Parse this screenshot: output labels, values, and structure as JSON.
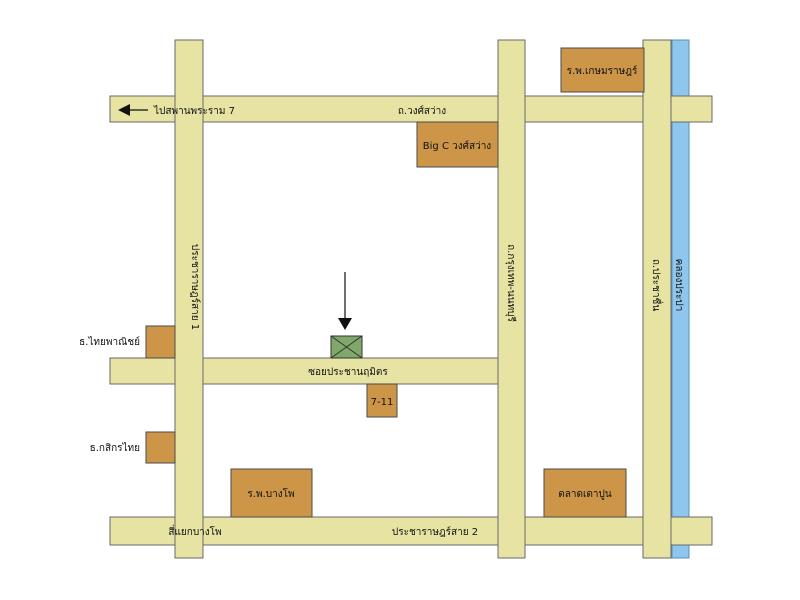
{
  "colors": {
    "road": "#e6e3a3",
    "road_edge": "#6a6a6a",
    "building": "#cc9548",
    "canal": "#8ec6ee",
    "target": "#7fa86a",
    "background": "#ffffff"
  },
  "icons": {
    "direction_arrow": "arrow-left-icon",
    "pointer_arrow": "arrow-down-icon",
    "target_marker": "crossed-box-marker-icon"
  },
  "roads": {
    "direction_label": "ไปสพานพระราม 7",
    "top_road": "ถ.วงศ์สว่าง",
    "middle_road": "ซอยประชานฤมิตร",
    "bottom_road": "ประชาราษฎร์สาย 2",
    "left_vertical": "ประชาราษฎร์สาย 1",
    "center_vertical": "ถ.กรุงเทพ-นนทบุรี",
    "right_vertical": "ถ.ประชาชื่น",
    "canal": "คลองประปา",
    "junction": "สี่แยกบางโพ"
  },
  "buildings": {
    "hospital_kasem": "ร.พ.เกษมราษฎร์",
    "big_c": "Big C วงศ์สว่าง",
    "seven_eleven": "7-11",
    "hospital_bangpho": "ร.พ.บางโพ",
    "market": "ตลาดเตาปูน",
    "bank_thai_panich": "ธ.ไทยพาณิชย์",
    "bank_kasikorn": "ธ.กสิกรไทย"
  }
}
